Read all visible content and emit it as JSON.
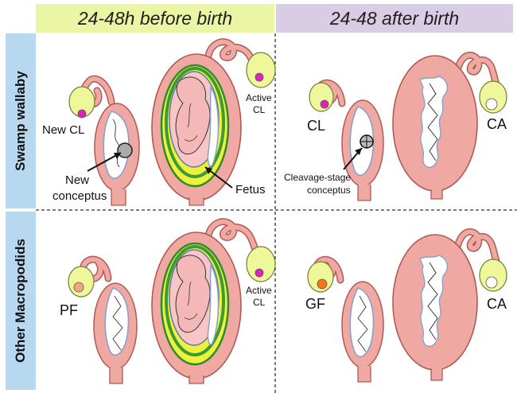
{
  "headers": {
    "before": "24-48h before birth",
    "after": "24-48 after birth"
  },
  "rows": {
    "swamp": "Swamp wallaby",
    "other": "Other Macropodids"
  },
  "labels": {
    "new_cl": "New CL",
    "active_cl_1": "Active",
    "active_cl_2": "CL",
    "new_conceptus_1": "New",
    "new_conceptus_2": "conceptus",
    "fetus": "Fetus",
    "cl": "CL",
    "ca_top": "CA",
    "cleavage_1": "Cleavage-stage",
    "cleavage_2": "conceptus",
    "pf": "PF",
    "active_cl_b1": "Active",
    "active_cl_b2": "CL",
    "gf": "GF",
    "ca_bottom": "CA"
  },
  "colors": {
    "header_before": "#eaf6a3",
    "header_after": "#d9cde6",
    "row_label_bg": "#b8d8f0",
    "uterus_fill": "#f0a8a3",
    "uterus_stroke": "#b05a55",
    "ovary_fill": "#eef79a",
    "cl_magenta": "#e020c0",
    "gf_orange": "#f07818",
    "pf_salmon": "#f4a480",
    "amnion_green": "#3c9a38",
    "yolk_yellow": "#eef23c",
    "fetus_pink": "#f8c6c6"
  }
}
